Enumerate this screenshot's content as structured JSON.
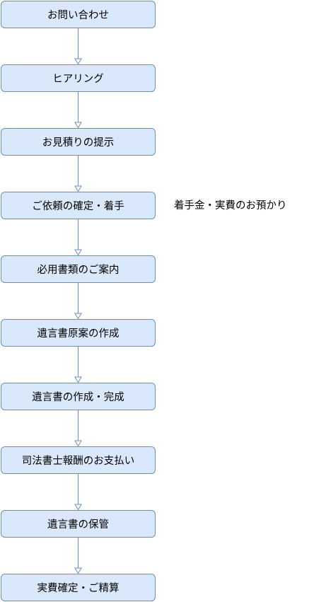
{
  "steps": [
    {
      "label": "お問い合わせ"
    },
    {
      "label": "ヒアリング"
    },
    {
      "label": "お見積りの提示"
    },
    {
      "label": "ご依頼の確定・着手"
    },
    {
      "label": "必用書類のご案内"
    },
    {
      "label": "遺言書原案の作成"
    },
    {
      "label": "遺言書の作成・完成"
    },
    {
      "label": "司法書士報酬のお支払い"
    },
    {
      "label": "遺言書の保管"
    },
    {
      "label": "実費確定・ご精算"
    }
  ],
  "note": {
    "label": "着手金・実費のお預かり"
  },
  "colors": {
    "box_fill": "#dae8fc",
    "box_stroke": "#6c8ebf",
    "arrow": "#6c8ebf"
  }
}
